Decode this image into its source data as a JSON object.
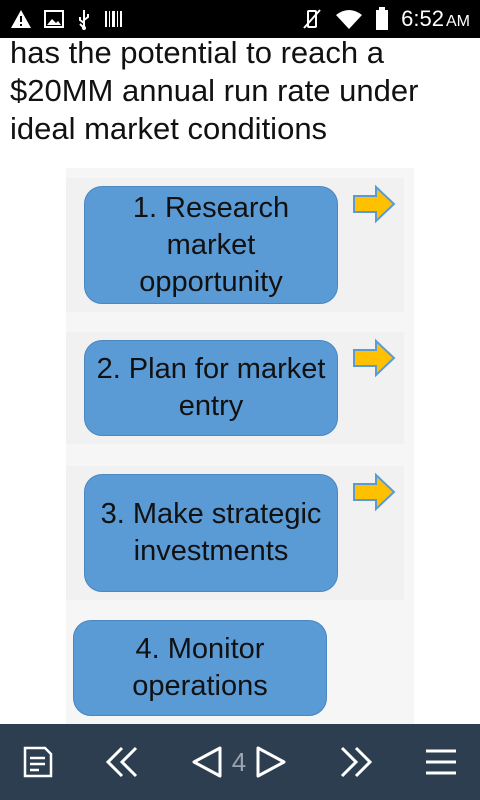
{
  "status_bar": {
    "time": "6:52",
    "ampm": "AM",
    "icons": [
      "warning-icon",
      "image-icon",
      "usb-icon",
      "barcode-icon",
      "vibrate-off-icon",
      "wifi-icon",
      "battery-icon"
    ]
  },
  "slide": {
    "text_lines": [
      "has the potential to reach a",
      "$20MM annual run rate under",
      "ideal market conditions"
    ]
  },
  "diagram": {
    "steps": [
      {
        "label": "1. Research market opportunity"
      },
      {
        "label": "2. Plan for market entry"
      },
      {
        "label": "3. Make strategic investments"
      },
      {
        "label": "4. Monitor operations"
      }
    ],
    "colors": {
      "box": "#5b9bd5",
      "arrow_fill": "#ffc000",
      "arrow_stroke": "#5b9bd5"
    }
  },
  "toolbar": {
    "page_number": "4",
    "buttons": [
      "notes-icon",
      "first-page-icon",
      "prev-icon",
      "next-icon",
      "last-page-icon",
      "menu-icon"
    ]
  }
}
